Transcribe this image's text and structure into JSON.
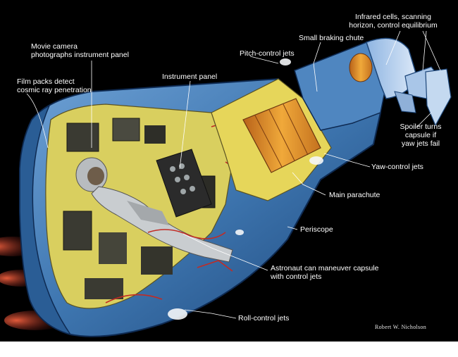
{
  "labels": {
    "infrared_cells": [
      "Infrared cells, scanning",
      "horizon, control equilibrium"
    ],
    "movie_camera": [
      "Movie camera",
      "photographs instrument panel"
    ],
    "small_braking_chute": "Small braking chute",
    "pitch_control_jets": "Pitch-control jets",
    "film_packs": [
      "Film packs detect",
      "cosmic ray penetration"
    ],
    "instrument_panel": "Instrument panel",
    "spoiler": [
      "Spoiler turns",
      "capsule if",
      "yaw jets fail"
    ],
    "yaw_control_jets": "Yaw-control jets",
    "main_parachute": "Main parachute",
    "periscope": "Periscope",
    "astronaut_maneuver": [
      "Astronaut can maneuver capsule",
      "with control jets"
    ],
    "roll_control_jets": "Roll-control jets"
  },
  "signature": "Robert W. Nicholson",
  "colors": {
    "background": "#000000",
    "label_white": "#ffffff",
    "label_yellow": "#ffd23a",
    "hull_blue": "#3e76b0",
    "interior_yellow": "#e9dc6a",
    "parachute_orange": "#e39a2a",
    "exhaust_red": "#c2352a"
  }
}
